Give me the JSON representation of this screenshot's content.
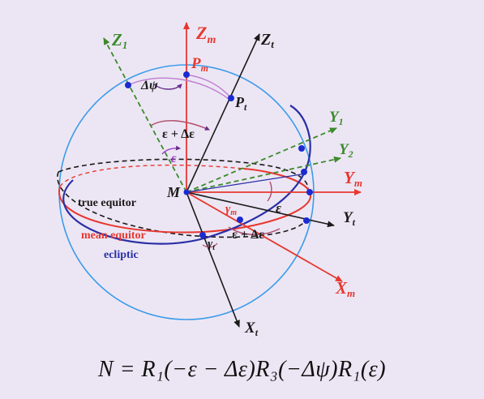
{
  "colors": {
    "background": "#ece6f4",
    "sphere": "#3b9bea",
    "mean_axes": "#e8372f",
    "true_axes": "#1a1a1a",
    "axes_1_2": "#3c8a2b",
    "ecliptic": "#2a2fa6",
    "arc_angle": "#b04a6a",
    "arc_delta_psi": "#c07cd0",
    "nodes": "#1b2bd0"
  },
  "labels": {
    "Z1": "Z",
    "Z1_sub": "1",
    "Zm": "Z",
    "Zm_sub": "m",
    "Zt": "Z",
    "Zt_sub": "t",
    "Pm": "P",
    "Pm_sub": "m",
    "Pt": "P",
    "Pt_sub": "t",
    "delta_psi": "Δψ",
    "eps_plus_deps_top": "ε + Δε",
    "eps_top": "ε",
    "Y1": "Y",
    "Y1_sub": "1",
    "Y2": "Y",
    "Y2_sub": "2",
    "Ym": "Y",
    "Ym_sub": "m",
    "Yt": "Y",
    "Yt_sub": "t",
    "M": "M",
    "eps_right": "ε",
    "gamma_m": "γ",
    "gamma_m_sub": "m",
    "eps_plus_deps_bottom": "ε + Δε",
    "gamma_t": "γ",
    "gamma_t_sub": "t",
    "Xm": "X",
    "Xm_sub": "m",
    "Xt": "X",
    "Xt_sub": "t",
    "true_equator": "true equitor",
    "mean_equator": "mean equitor",
    "ecliptic": "ecliptic"
  },
  "formula": "N = R₁(−ε − Δε)R₃(−Δψ)R₁(ε)"
}
